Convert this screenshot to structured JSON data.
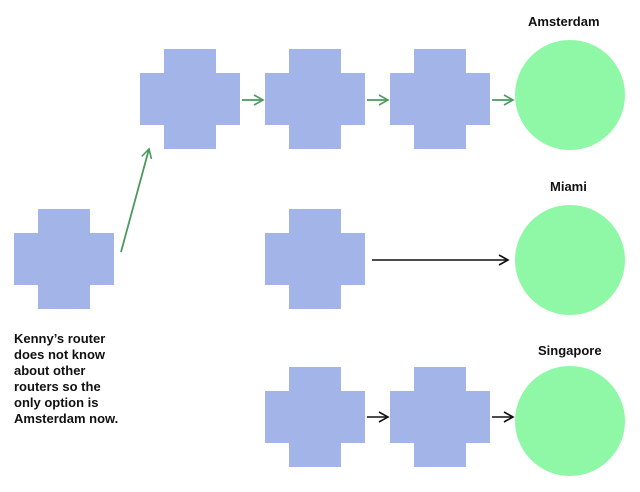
{
  "diagram": {
    "colors": {
      "router": "#a3b4e8",
      "destination": "#8ef8a6",
      "active_arrow": "#4a9a5e",
      "inactive_arrow": "#111111"
    },
    "destinations": [
      {
        "id": "amsterdam",
        "label": "Amsterdam"
      },
      {
        "id": "miami",
        "label": "Miami"
      },
      {
        "id": "singapore",
        "label": "Singapore"
      }
    ],
    "note": "Kenny’s router\ndoes not  know\nabout other\nrouters so the\nonly option is\nAmsterdam now."
  }
}
